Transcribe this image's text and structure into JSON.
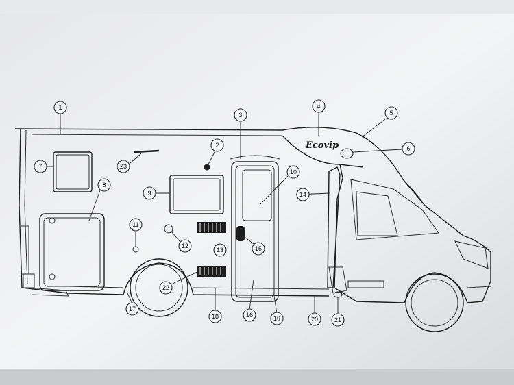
{
  "diagram": {
    "brand_text": "Ecovip",
    "callouts": [
      {
        "id": "c1",
        "label": "1"
      },
      {
        "id": "c2",
        "label": "2"
      },
      {
        "id": "c3",
        "label": "3"
      },
      {
        "id": "c4",
        "label": "4"
      },
      {
        "id": "c5",
        "label": "5"
      },
      {
        "id": "c6",
        "label": "6"
      },
      {
        "id": "c7",
        "label": "7"
      },
      {
        "id": "c8",
        "label": "8"
      },
      {
        "id": "c9",
        "label": "9"
      },
      {
        "id": "c10",
        "label": "10"
      },
      {
        "id": "c11",
        "label": "11"
      },
      {
        "id": "c12",
        "label": "12"
      },
      {
        "id": "c13",
        "label": "13"
      },
      {
        "id": "c14",
        "label": "14"
      },
      {
        "id": "c15",
        "label": "15"
      },
      {
        "id": "c16",
        "label": "16"
      },
      {
        "id": "c17",
        "label": "17"
      },
      {
        "id": "c18",
        "label": "18"
      },
      {
        "id": "c19",
        "label": "19"
      },
      {
        "id": "c20",
        "label": "20"
      },
      {
        "id": "c21",
        "label": "21"
      },
      {
        "id": "c22",
        "label": "22"
      },
      {
        "id": "c23",
        "label": "23"
      }
    ]
  }
}
